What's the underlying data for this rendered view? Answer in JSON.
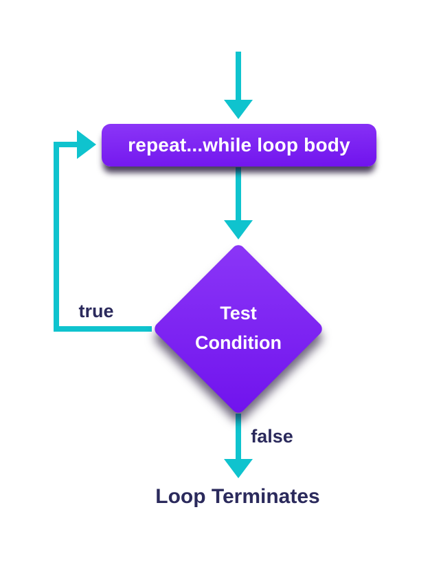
{
  "diagram": {
    "type": "flowchart",
    "nodes": {
      "loop_body": {
        "label": "repeat...while loop body",
        "shape": "rounded-rectangle"
      },
      "test": {
        "lines": [
          "Test",
          "Condition"
        ],
        "shape": "diamond"
      }
    },
    "edges": {
      "true_label": "true",
      "false_label": "false"
    },
    "terminal": {
      "label": "Loop Terminates"
    }
  },
  "colors": {
    "connector": "#0FC3CE",
    "node_gradient_top": "#8B36F7",
    "node_gradient_bottom": "#7013ED",
    "edge_label_text": "#2B2A5C",
    "node_text": "#FFFFFF",
    "background": "#FFFFFF"
  }
}
